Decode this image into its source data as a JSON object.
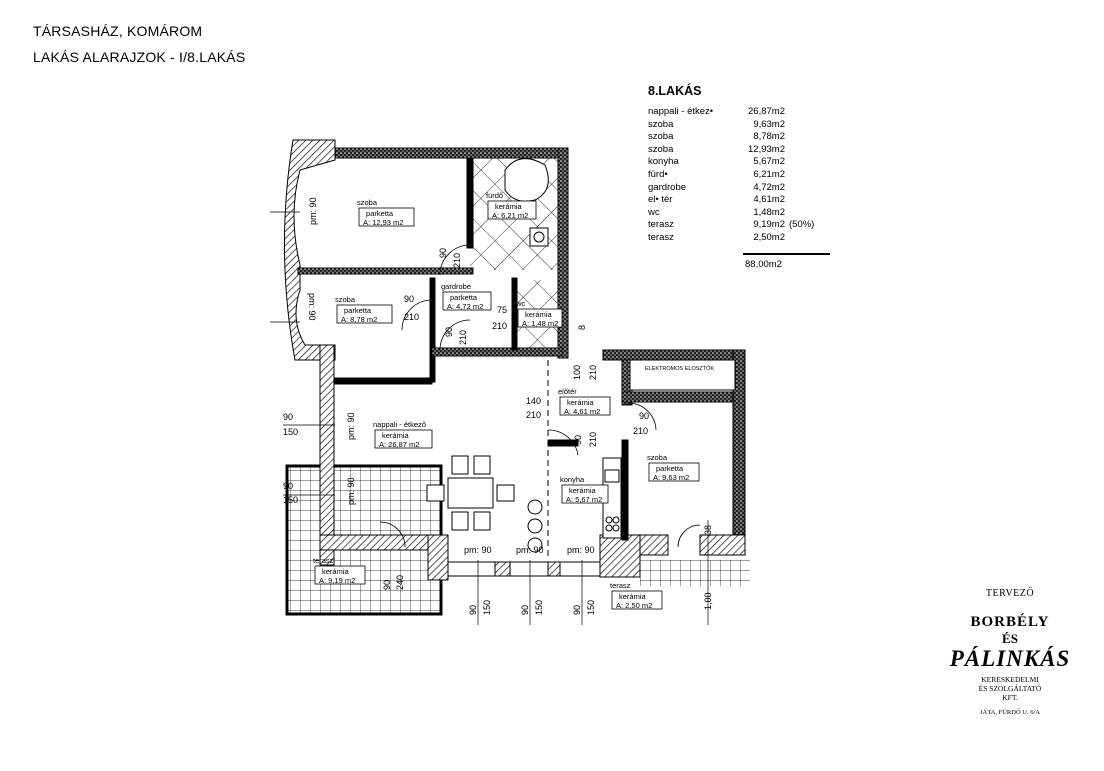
{
  "header": {
    "line1": "TÁRSASHÁZ, KOMÁROM",
    "line2": "LAKÁS ALARAJZOK - I/8.LAKÁS"
  },
  "summary": {
    "title": "8.LAKÁS",
    "rows": [
      {
        "name": "nappali - étkez•",
        "area": "26,87m2",
        "note": ""
      },
      {
        "name": "szoba",
        "area": "9,63m2",
        "note": ""
      },
      {
        "name": "szoba",
        "area": "8,78m2",
        "note": ""
      },
      {
        "name": "szoba",
        "area": "12,93m2",
        "note": ""
      },
      {
        "name": "konyha",
        "area": "5,67m2",
        "note": ""
      },
      {
        "name": "fürd•",
        "area": "6,21m2",
        "note": ""
      },
      {
        "name": "gardrobe",
        "area": "4,72m2",
        "note": ""
      },
      {
        "name": "el• tér",
        "area": "4,61m2",
        "note": ""
      },
      {
        "name": "wc",
        "area": "1,48m2",
        "note": ""
      },
      {
        "name": "terasz",
        "area": "9,19m2",
        "note": "(50%)"
      },
      {
        "name": "terasz",
        "area": "2,50m2",
        "note": ""
      }
    ],
    "total": "88,00m2"
  },
  "rooms": {
    "szoba1": {
      "name": "szoba",
      "floor": "parketta",
      "area": "A: 12,93 m2"
    },
    "szoba2": {
      "name": "szoba",
      "floor": "parketta",
      "area": "A: 8,78 m2"
    },
    "gardrobe": {
      "name": "gardrobe",
      "floor": "parketta",
      "area": "A: 4,72 m2"
    },
    "furdo": {
      "name": "fürdő",
      "floor": "kerámia",
      "area": "A: 6,21 m2"
    },
    "wc": {
      "name": "wc",
      "floor": "kerámia",
      "area": "A: 1,48 m2"
    },
    "nappali": {
      "name": "nappali - étkező",
      "floor": "kerámia",
      "area": "A: 26,87 m2"
    },
    "eloter": {
      "name": "előtér",
      "floor": "kerámia",
      "area": "A: 4,61 m2"
    },
    "konyha": {
      "name": "konyha",
      "floor": "kerámia",
      "area": "A: 5,67 m2"
    },
    "szoba3": {
      "name": "szoba",
      "floor": "parketta",
      "area": "A: 9,63 m2"
    },
    "terasz1": {
      "name": "terasz",
      "floor": "kerámia",
      "area": "A: 9,19 m2"
    },
    "terasz2": {
      "name": "terasz",
      "floor": "kerámia",
      "area": "A: 2,50 m2"
    },
    "elektromos": "ELEKTROMOS ELOSZTÓK"
  },
  "dims": {
    "pm90": "pm: 90",
    "d90": "90",
    "d100": "100",
    "d140": "140",
    "d150": "150",
    "d210": "210",
    "d240": "240",
    "d75": "75",
    "d38": "38",
    "d100b": "1,00",
    "d8": "8"
  },
  "logo": {
    "label": "TERVEZŐ",
    "name1": "BORBÉLY",
    "name2": "ÉS",
    "name3": "PÁLINKÁS",
    "sub1": "KERESKEDELMI",
    "sub2": "ÉS SZOLGÁLTATÓ",
    "sub3": "KFT.",
    "address": "JÁTA, FÜRDŐ U. 6/A"
  }
}
